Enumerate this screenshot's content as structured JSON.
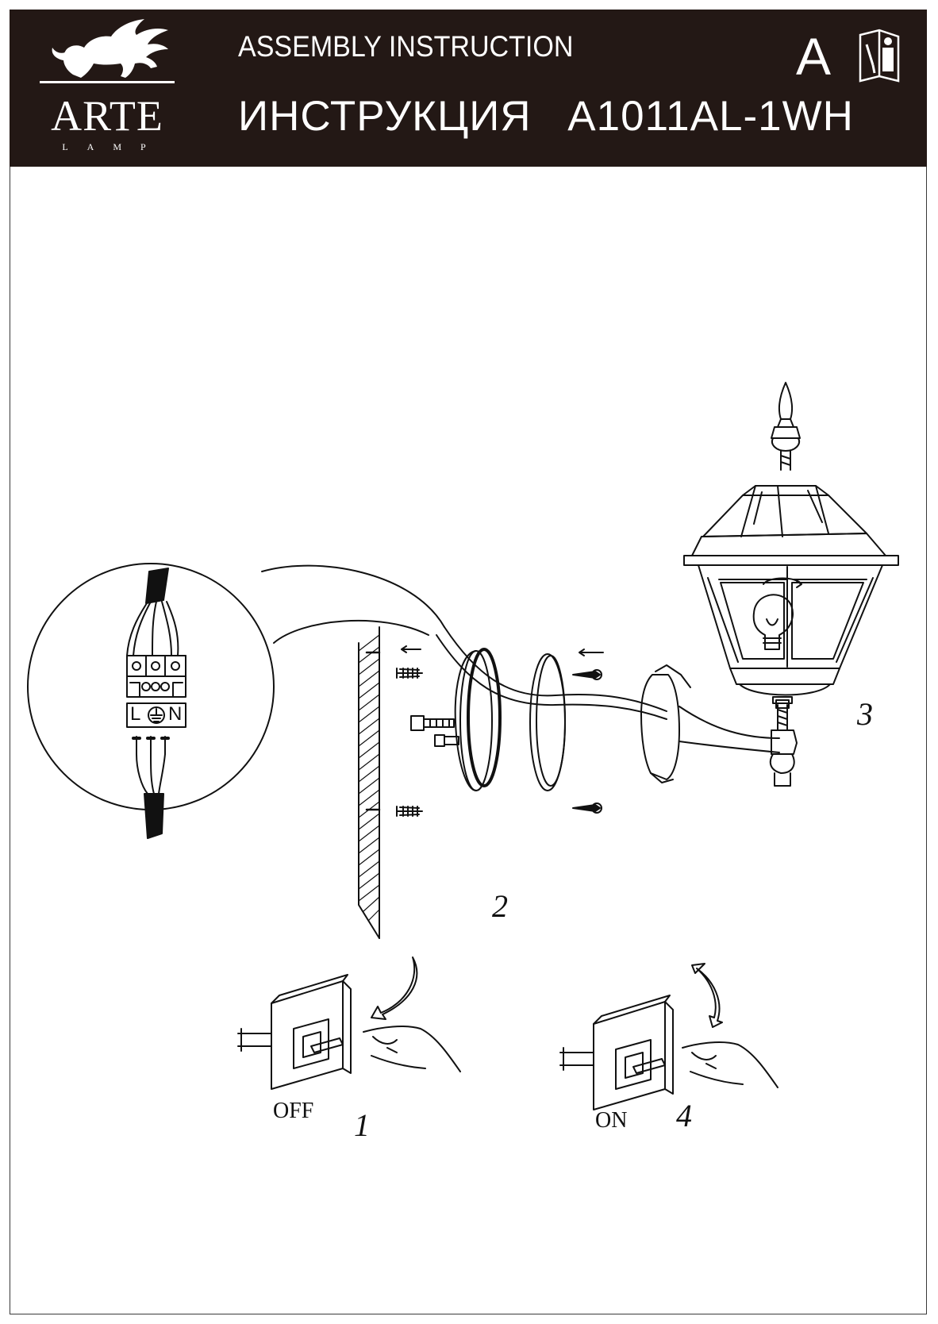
{
  "header": {
    "title_en": "ASSEMBLY  INSTRUCTION",
    "title_ru": "ИНСТРУКЦИЯ",
    "model": "A1011AL-1WH",
    "section_letter": "A"
  },
  "logo": {
    "brand": "ARTE",
    "sub": "LAMP"
  },
  "terminal_block": {
    "labels": [
      "L",
      "N"
    ],
    "earth_symbol": "earth-ground-icon"
  },
  "steps": [
    {
      "number": "1",
      "switch_state": "OFF"
    },
    {
      "number": "2"
    },
    {
      "number": "3"
    },
    {
      "number": "4",
      "switch_state": "ON"
    }
  ],
  "icons": [
    "griffin-logo-icon",
    "manual-info-icon",
    "screwdriver-icon",
    "lightbulb-icon",
    "rotate-arrow-icon",
    "hand-icon",
    "curved-arrow-icon"
  ]
}
